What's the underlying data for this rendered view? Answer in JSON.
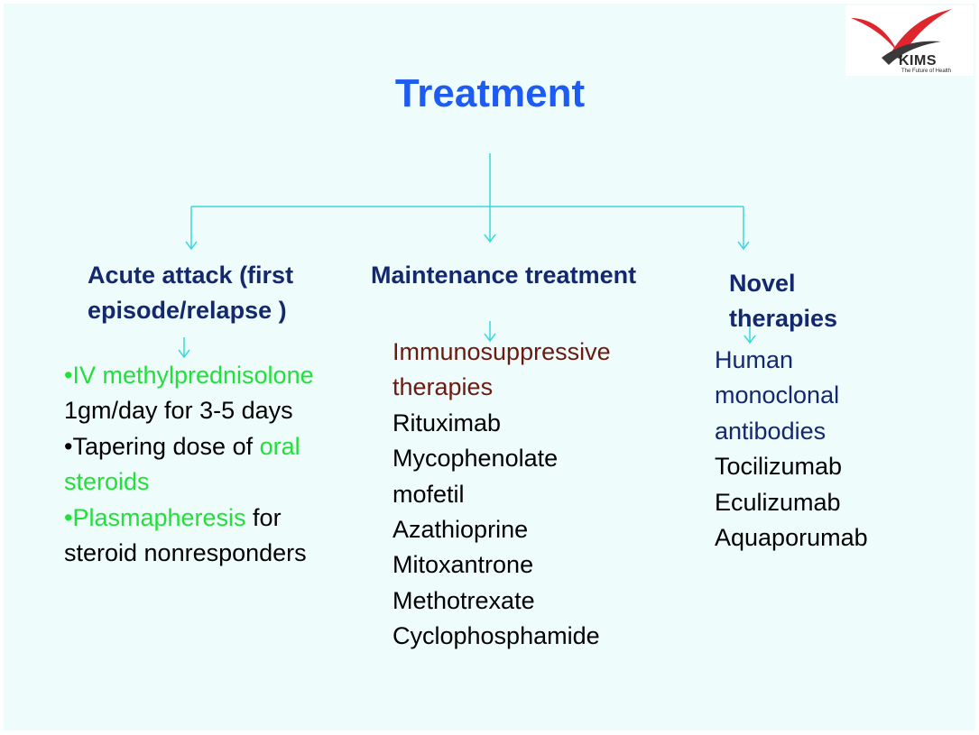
{
  "title": "Treatment",
  "logo": {
    "word": "KIMS",
    "tagline": "The Future of Health",
    "colors": {
      "swoosh_red": "#e0262d",
      "swoosh_dark": "#3a3a3a"
    }
  },
  "branches": {
    "acute": {
      "heading_line1": "Acute attack (first",
      "heading_line2": "episode/relapse )",
      "items": {
        "iv_line1": "•IV methylprednisolone",
        "iv_line2": "1gm/day for 3-5 days",
        "taper_prefix": "•Tapering dose of ",
        "taper_highlight1": "oral",
        "taper_highlight2": "steroids",
        "plasma_highlight": "•Plasmapheresis",
        "plasma_suffix": " for",
        "plasma_line2": "steroid nonresponders"
      }
    },
    "maintenance": {
      "heading": "Maintenance treatment",
      "category_line1": "Immunosuppressive",
      "category_line2": "therapies",
      "drugs": [
        "Rituximab",
        "Mycophenolate",
        "mofetil",
        "Azathioprine",
        "Mitoxantrone",
        "Methotrexate",
        "Cyclophosphamide"
      ]
    },
    "novel": {
      "heading_line1": "Novel",
      "heading_line2": "therapies",
      "category_line1": "Human",
      "category_line2": "monoclonal",
      "category_line3": "antibodies",
      "drugs": [
        "Tocilizumab",
        "Eculizumab",
        "Aquaporumab"
      ]
    }
  },
  "colors": {
    "background": "#eefcfb",
    "title": "#1e5bf0",
    "heading": "#14286e",
    "connector": "#3fd6dc",
    "highlight_green": "#22e03a",
    "highlight_maroon": "#6a1a10"
  }
}
